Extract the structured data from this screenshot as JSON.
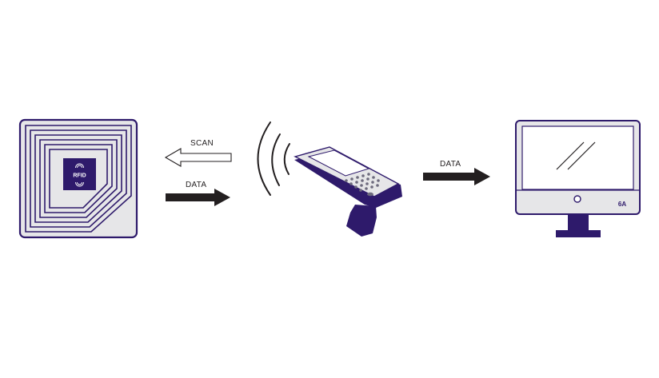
{
  "diagram": {
    "tag": {
      "chip_label": "RFID",
      "icon": "rfid-tag-icon"
    },
    "arrows": {
      "scan": {
        "label": "SCAN",
        "direction": "left",
        "style": "outline"
      },
      "data_in": {
        "label": "DATA",
        "direction": "right",
        "style": "solid"
      },
      "data_out": {
        "label": "DATA",
        "direction": "right",
        "style": "solid"
      }
    },
    "reader": {
      "icon": "handheld-rfid-reader-icon",
      "signal_icon": "radio-waves-icon"
    },
    "computer": {
      "icon": "desktop-monitor-icon",
      "brand_mark": "6A"
    }
  },
  "colors": {
    "purple": "#2e1a6b",
    "light_gray": "#e6e6e8",
    "dark": "#231f20"
  }
}
